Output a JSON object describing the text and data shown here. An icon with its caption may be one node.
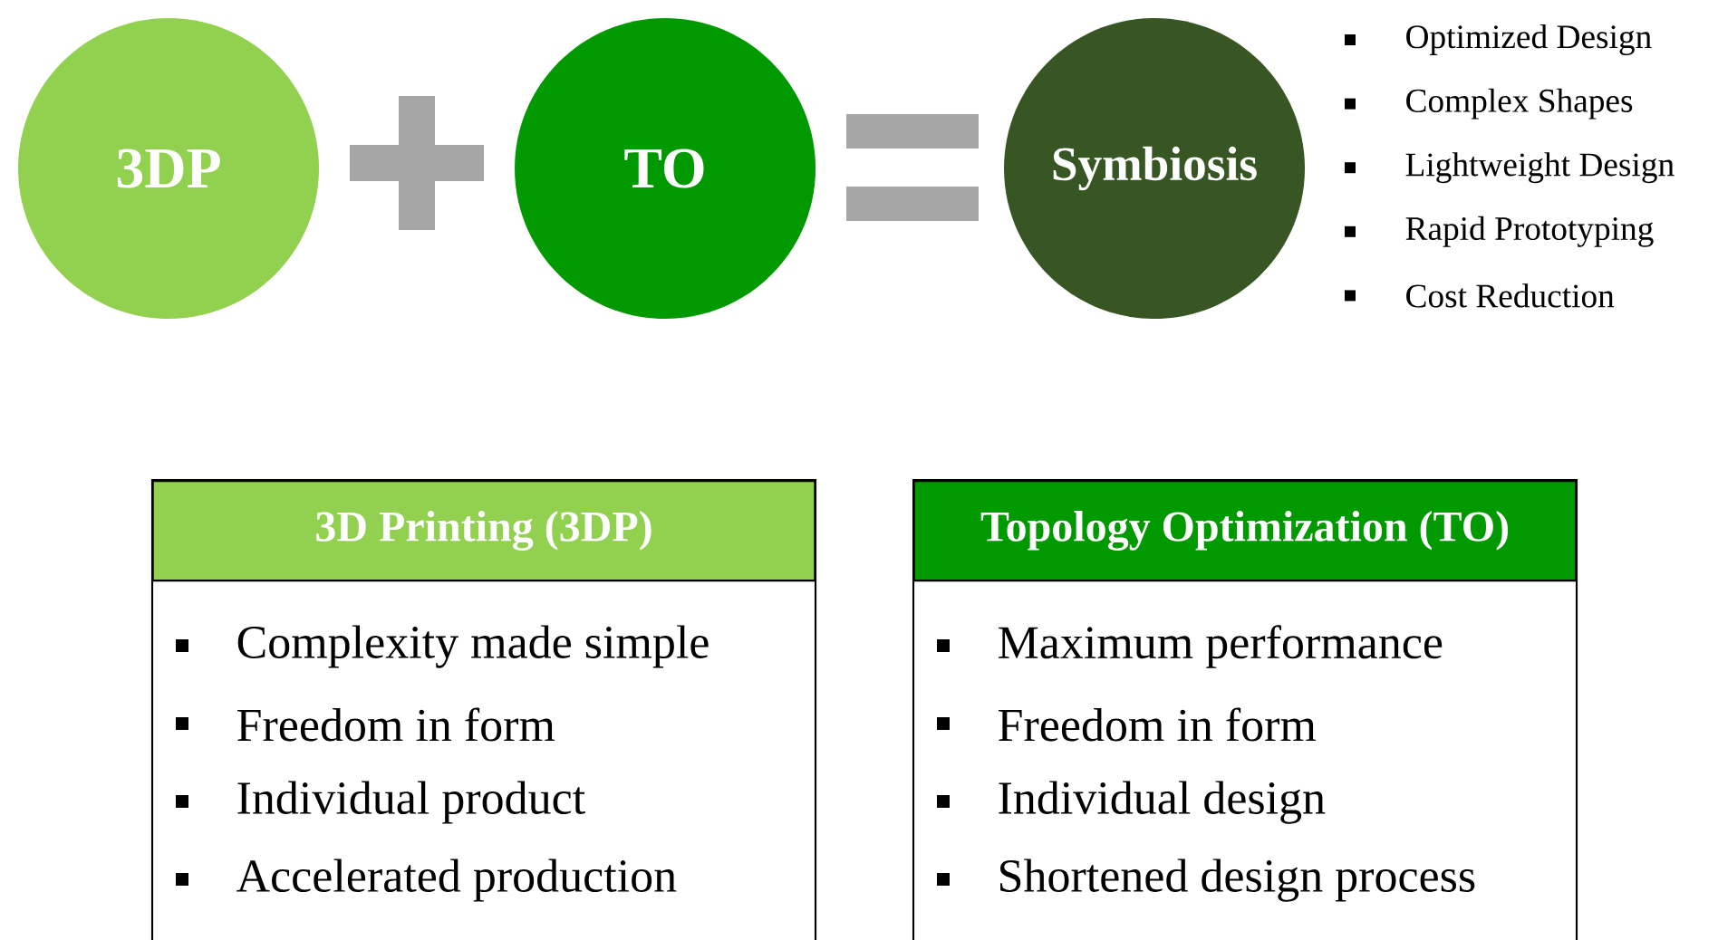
{
  "diagram": {
    "nodes": [
      {
        "text": [
          "3DP"
        ]
      },
      {
        "text": [
          "TO"
        ]
      },
      {
        "text": [
          "Symbiosis"
        ],
        "beside": [
          "Optimized Design",
          "Complex Shapes",
          "Lightweight Design",
          "Rapid Prototyping",
          "Cost Reduction"
        ]
      },
      {
        "text": [
          "3D Printing (3DP)",
          "Complexity made simple",
          "Freedom in form",
          "Individual product",
          "Accelerated production"
        ]
      },
      {
        "text": [
          "Topology Optimization (TO)",
          "Maximum performance",
          "Freedom in form",
          "Individual design",
          "Shortened design process"
        ]
      }
    ]
  }
}
